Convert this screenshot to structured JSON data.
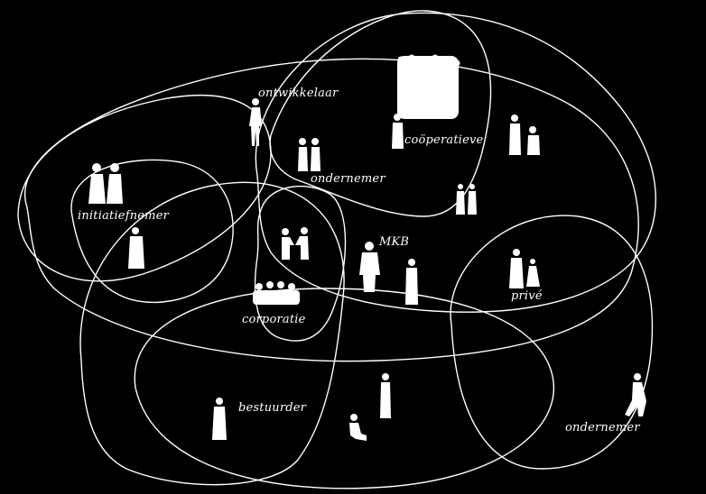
{
  "colors": {
    "background": "#000000",
    "ink": "#ffffff"
  },
  "labels": {
    "ontwikkelaar": "ontwikkelaar",
    "cooperatieve": "coöperatieve",
    "ondernemer_top": "ondernemer",
    "initiatiefnemer": "initiatiefnemer",
    "mkb": "MKB",
    "corporatie": "corporatie",
    "prive": "privé",
    "bestuurder": "bestuurder",
    "ondernemer_bottom": "ondernemer"
  },
  "icons": {
    "single_person": "person-silhouette-icon",
    "couple": "couple-silhouette-icon",
    "crowd": "crowd-silhouette-icon",
    "handshake": "handshake-silhouette-icon",
    "meeting": "meeting-table-silhouette-icon",
    "family": "family-silhouette-icon",
    "seated": "seated-person-silhouette-icon",
    "walking": "walking-person-silhouette-icon"
  }
}
